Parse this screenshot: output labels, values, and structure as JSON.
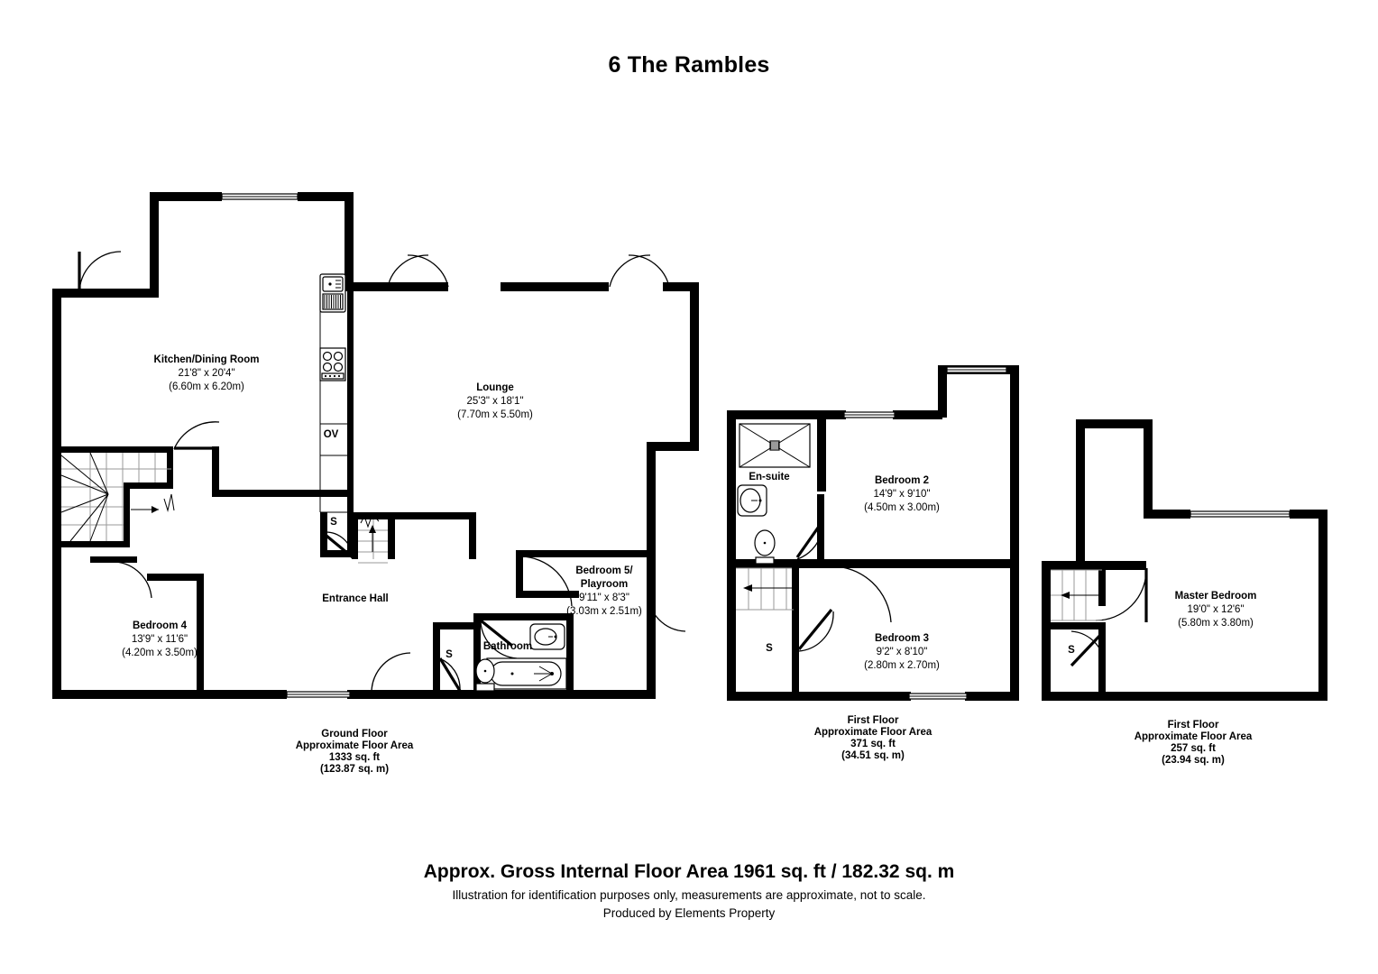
{
  "document": {
    "title": "6 The Rambles"
  },
  "footer": {
    "gross_area": "Approx. Gross Internal Floor Area 1961 sq. ft / 182.32 sq. m",
    "disclaimer": "Illustration for identification purposes only, measurements are approximate, not to scale.",
    "producer": "Produced by Elements Property"
  },
  "floors": {
    "ground": {
      "area_label_line1": "Ground Floor",
      "area_label_line2": "Approximate Floor Area",
      "area_sqft": "1333 sq. ft",
      "area_sqm": "(123.87 sq. m)",
      "rooms": [
        {
          "name": "Kitchen/Dining Room",
          "dim_imperial": "21'8\" x 20'4\"",
          "dim_metric": "(6.60m x 6.20m)"
        },
        {
          "name": "Lounge",
          "dim_imperial": "25'3\" x 18'1\"",
          "dim_metric": "(7.70m x 5.50m)"
        },
        {
          "name": "Bedroom 4",
          "dim_imperial": "13'9\" x 11'6\"",
          "dim_metric": "(4.20m x 3.50m)"
        },
        {
          "name_line1": "Bedroom 5/",
          "name_line2": "Playroom",
          "dim_imperial": "9'11\" x 8'3\"",
          "dim_metric": "(3.03m x 2.51m)"
        },
        {
          "name": "Entrance Hall"
        },
        {
          "name": "Bathroom"
        }
      ],
      "tags": {
        "oven": "OV",
        "store_hall": "S",
        "store_bathroom": "S"
      }
    },
    "first_left": {
      "area_label_line1": "First Floor",
      "area_label_line2": "Approximate Floor Area",
      "area_sqft": "371 sq. ft",
      "area_sqm": "(34.51 sq. m)",
      "rooms": [
        {
          "name": "En-suite"
        },
        {
          "name": "Bedroom 2",
          "dim_imperial": "14'9\" x 9'10\"",
          "dim_metric": "(4.50m x 3.00m)"
        },
        {
          "name": "Bedroom 3",
          "dim_imperial": "9'2\" x 8'10\"",
          "dim_metric": "(2.80m x 2.70m)"
        }
      ],
      "tags": {
        "store": "S"
      }
    },
    "first_right": {
      "area_label_line1": "First Floor",
      "area_label_line2": "Approximate Floor Area",
      "area_sqft": "257 sq. ft",
      "area_sqm": "(23.94 sq. m)",
      "rooms": [
        {
          "name": "Master Bedroom",
          "dim_imperial": "19'0\" x 12'6\"",
          "dim_metric": "(5.80m x 3.80m)"
        }
      ],
      "tags": {
        "store": "S"
      }
    }
  },
  "colors": {
    "wall": "#000000",
    "background": "#ffffff",
    "stair_tread": "#9a9a9a"
  }
}
